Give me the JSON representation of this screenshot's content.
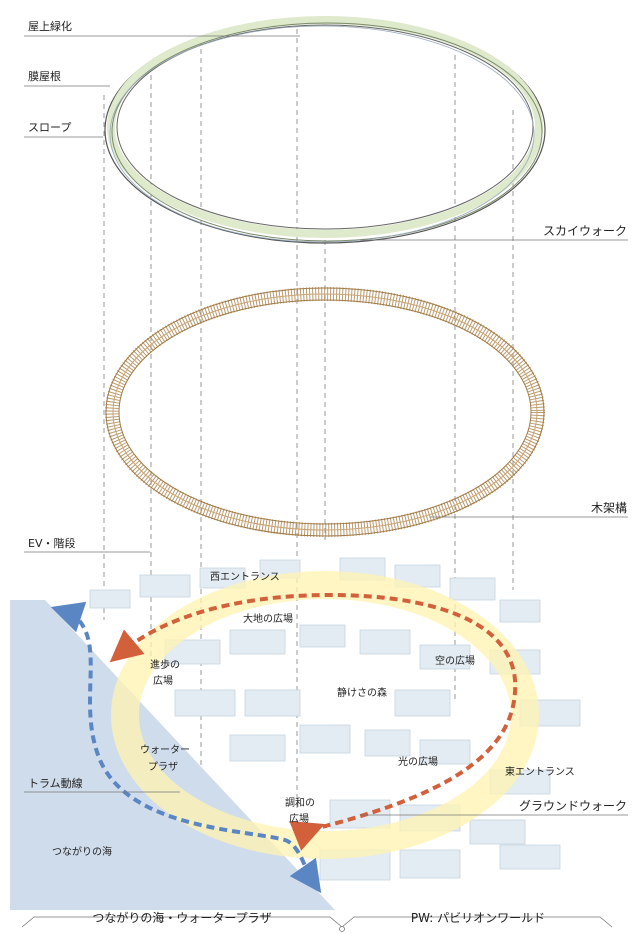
{
  "layers": {
    "roof_greening": "屋上緑化",
    "membrane_roof": "膜屋根",
    "slope": "スロープ",
    "sky_walk": "スカイウォーク",
    "wood_frame": "木架構",
    "ev_stairs": "EV・階段",
    "tram_line": "トラム動線",
    "ground_walk": "グラウンドウォーク"
  },
  "plazas": {
    "west_entrance": "西エントランス",
    "daichi_plaza": "大地の広場",
    "progress_plaza_line1": "進歩の",
    "progress_plaza_line2": "広場",
    "sky_plaza": "空の広場",
    "forest_of_tranquility": "静けさの森",
    "water_plaza_line1": "ウォーター",
    "water_plaza_line2": "プラザ",
    "light_plaza": "光の広場",
    "east_entrance": "東エントランス",
    "harmony_plaza_line1": "調和の",
    "harmony_plaza_line2": "広場",
    "connecting_sea": "つながりの海"
  },
  "footer": {
    "left_caption": "つながりの海・ウォータープラザ",
    "right_caption": "PW: パビリオンワールド"
  },
  "colors": {
    "sea": "#cfdcec",
    "ground_walk_arrow": "#d2603a",
    "tram_arrow": "#5b86c4",
    "wood": "#b08a55",
    "ring_green": "#dfe9cc",
    "building": "#e3ecf2"
  }
}
